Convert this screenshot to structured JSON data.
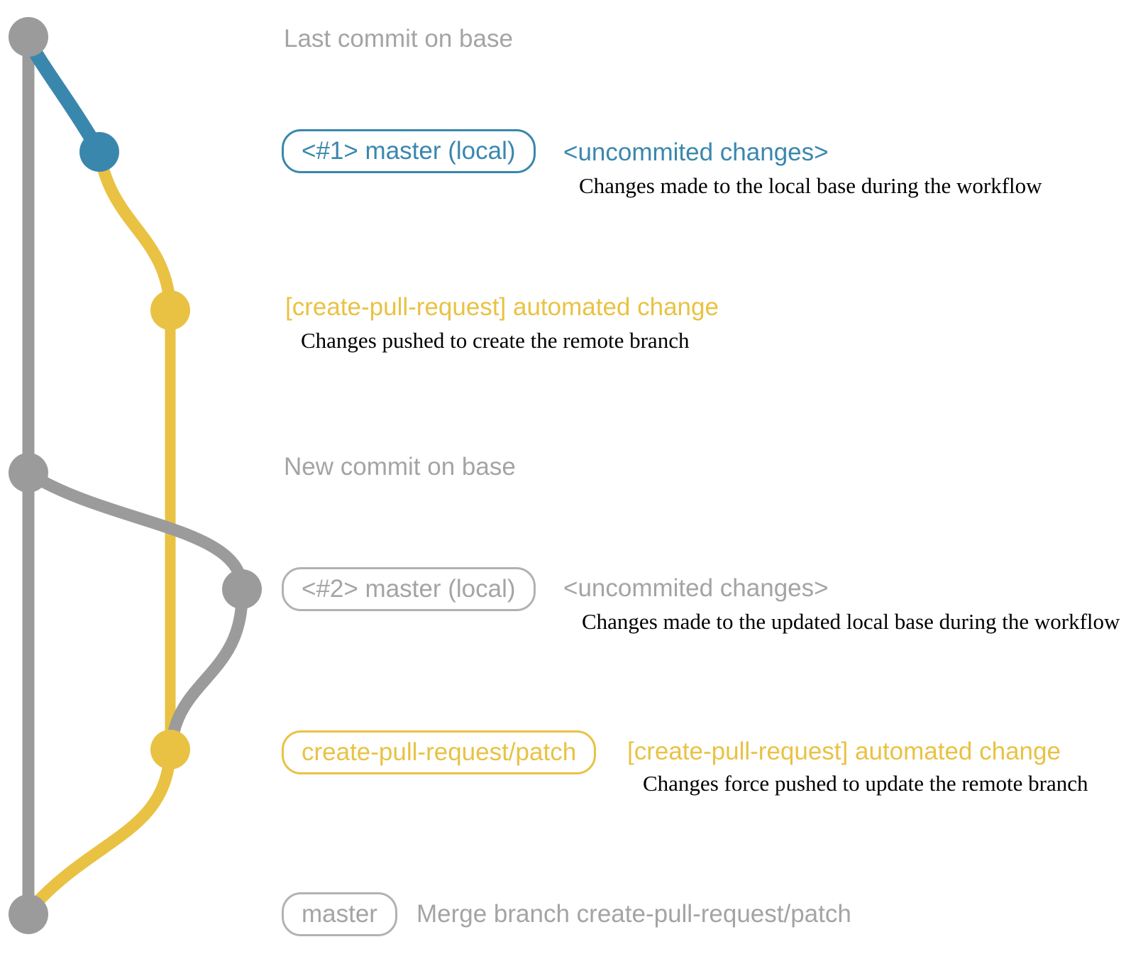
{
  "colors": {
    "blue": "#3a87ae",
    "yellow": "#e9c244",
    "gray": "#9b9b9b",
    "gray_text": "#a4a4a4",
    "gray_border": "#b2b2b2",
    "description": "#000000"
  },
  "graph": {
    "branches": [
      {
        "id": "base",
        "color_key": "gray"
      },
      {
        "id": "master-local",
        "color_key": "blue"
      },
      {
        "id": "create-pull-request/patch",
        "color_key": "yellow"
      }
    ],
    "commits": [
      {
        "id": "last-commit-on-base",
        "branch": "base",
        "color_key": "gray"
      },
      {
        "id": "master-local-1",
        "branch": "master-local",
        "color_key": "blue"
      },
      {
        "id": "create-pull-request-commit-1",
        "branch": "create-pull-request/patch",
        "color_key": "yellow"
      },
      {
        "id": "new-commit-on-base",
        "branch": "base",
        "color_key": "gray"
      },
      {
        "id": "master-local-2",
        "branch": "base",
        "color_key": "gray"
      },
      {
        "id": "create-pull-request-commit-2",
        "branch": "create-pull-request/patch",
        "color_key": "yellow"
      },
      {
        "id": "merge-commit",
        "branch": "base",
        "color_key": "gray"
      }
    ]
  },
  "annotations": {
    "row1": {
      "label": "Last commit on base"
    },
    "row2": {
      "badge": "<#1> master (local)",
      "note": "<uncommited changes>",
      "description": "Changes made to the local base during the workflow"
    },
    "row3": {
      "note": "[create-pull-request] automated change",
      "description": "Changes pushed to create the remote branch"
    },
    "row4": {
      "label": "New commit on base"
    },
    "row5": {
      "badge": "<#2> master (local)",
      "note": "<uncommited changes>",
      "description": "Changes made to the updated local base during the workflow"
    },
    "row6": {
      "badge": "create-pull-request/patch",
      "note": "[create-pull-request] automated change",
      "description": "Changes force pushed to update the remote branch"
    },
    "row7": {
      "badge": "master",
      "note": "Merge branch create-pull-request/patch"
    }
  }
}
